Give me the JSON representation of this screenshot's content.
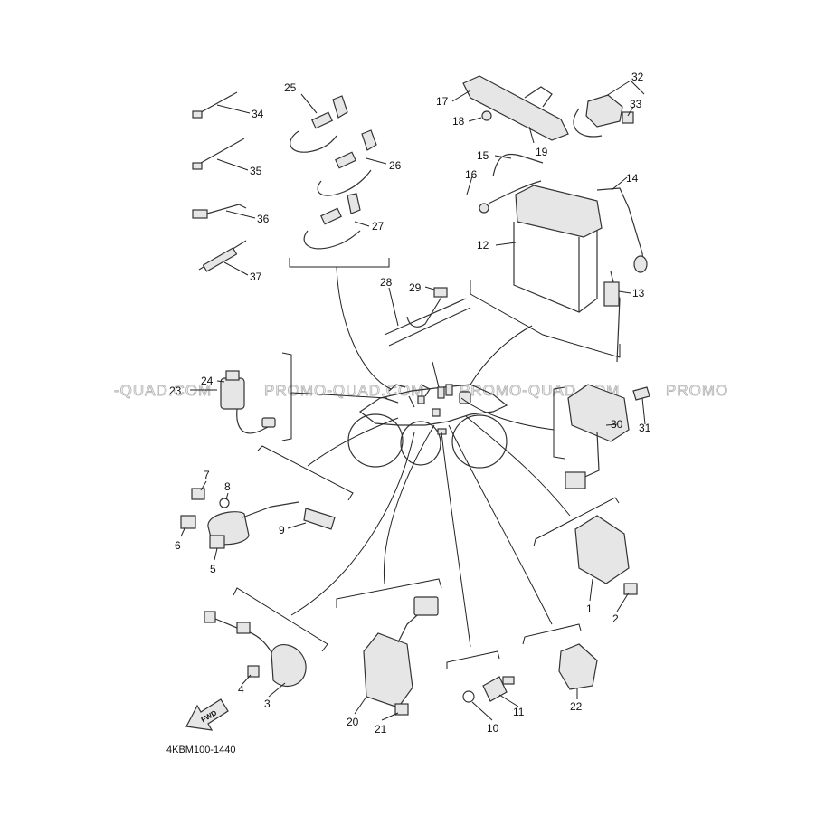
{
  "diagram": {
    "watermark": [
      "-QUAD.COM",
      "PROMO-QUAD.COM",
      "PROMO-QUAD.COM",
      "PROMO"
    ],
    "drawing_code": "4KBM100-1440",
    "fwd_label": "FWD",
    "callouts": {
      "c1": "1",
      "c2": "2",
      "c3": "3",
      "c4": "4",
      "c5": "5",
      "c6": "6",
      "c7": "7",
      "c8": "8",
      "c9": "9",
      "c10": "10",
      "c11": "11",
      "c12": "12",
      "c13": "13",
      "c14": "14",
      "c15": "15",
      "c16": "16",
      "c17": "17",
      "c18": "18",
      "c19": "19",
      "c20": "20",
      "c21": "21",
      "c22": "22",
      "c23": "23",
      "c24": "24",
      "c25": "25",
      "c26": "26",
      "c27": "27",
      "c28": "28",
      "c29": "29",
      "c30": "30",
      "c31": "31",
      "c32": "32",
      "c33": "33",
      "c34": "34",
      "c35": "35",
      "c36": "36",
      "c37": "37"
    }
  }
}
